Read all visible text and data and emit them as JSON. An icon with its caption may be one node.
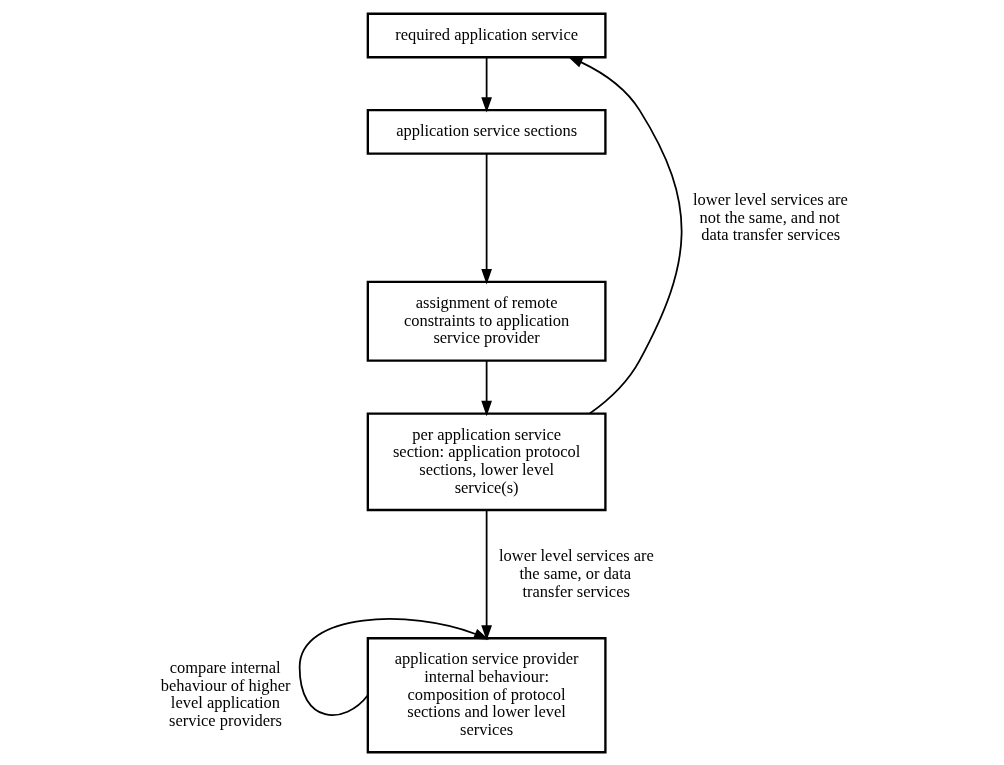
{
  "diagram": {
    "nodes": [
      {
        "text": [
          "required application service"
        ]
      },
      {
        "text": [
          "application service sections"
        ]
      },
      {
        "text": [
          "assignment of remote constraints to application service provider"
        ]
      },
      {
        "text": [
          "per application service section: application protocol sections, lower level service(s)"
        ]
      },
      {
        "text": [
          "application service provider internal behaviour: composition of protocol sections and lower level services"
        ]
      }
    ],
    "edges": [
      {
        "from": 0,
        "to": 1,
        "arrow": "to"
      },
      {
        "from": 1,
        "to": 2,
        "arrow": "to"
      },
      {
        "from": 2,
        "to": 3,
        "arrow": "to"
      },
      {
        "from": 3,
        "to": 0,
        "arrow": "to",
        "label": "lower level services are not the same, and not data transfer services"
      },
      {
        "from": 3,
        "to": 4,
        "arrow": "to",
        "label": "lower level services are the same, or data transfer services"
      },
      {
        "from": 4,
        "to": 4,
        "arrow": "to",
        "label": "compare internal behaviour of higher level application service providers"
      }
    ]
  }
}
